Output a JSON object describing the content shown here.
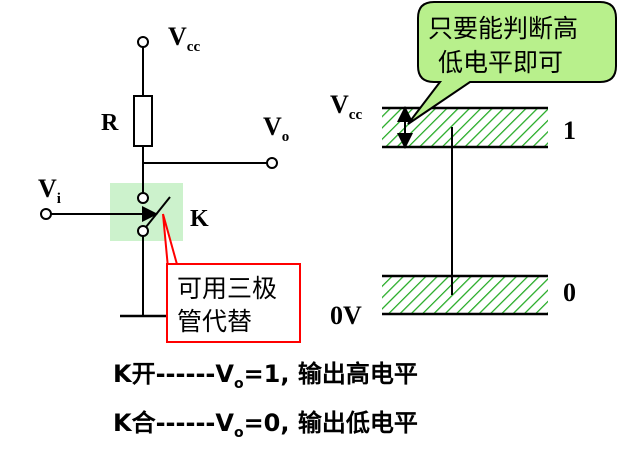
{
  "circuit": {
    "vcc": {
      "main": "V",
      "sub": "cc"
    },
    "resistor": "R",
    "vo": {
      "main": "V",
      "sub": "o"
    },
    "vi": {
      "main": "V",
      "sub": "i"
    },
    "switch": "K",
    "note_lines": [
      "可用三极",
      "管代替"
    ]
  },
  "levels": {
    "top_rail": {
      "main": "V",
      "sub": "cc"
    },
    "bottom_rail": "0V",
    "high_value": "1",
    "low_value": "0",
    "callout_lines": [
      "只要能判断高",
      "低电平即可"
    ]
  },
  "rules": [
    {
      "prefix": "K开------V",
      "sub": "o",
      "suffix": "=1, 输出高电平"
    },
    {
      "prefix": "K合------V",
      "sub": "o",
      "suffix": "=0, 输出低电平"
    }
  ],
  "colors": {
    "green_fill": "#ccf2cc",
    "callout_fill": "#b8f08c",
    "red": "#ff0000",
    "hatch": "#22aa22"
  }
}
